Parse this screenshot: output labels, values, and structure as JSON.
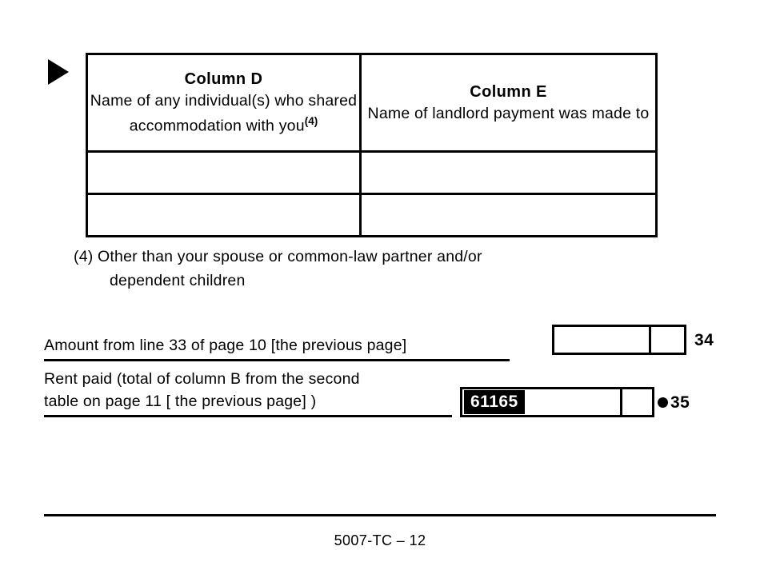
{
  "table": {
    "columns": [
      {
        "id": "column-d",
        "title": "Column D",
        "description": "Name of any individual(s)\nwho shared accommodation\nwith you",
        "footnote_ref": "(4)"
      },
      {
        "id": "column-e",
        "title": "Column E",
        "description": "Name of landlord payment\nwas made to",
        "footnote_ref": ""
      }
    ],
    "empty_rows": 2,
    "cells": [
      {
        "column_d": "",
        "column_e": ""
      },
      {
        "column_d": "",
        "column_e": ""
      }
    ]
  },
  "footnote": {
    "marker": "(4)",
    "line1": "(4) Other than your spouse or common-law partner and/or",
    "line2": "dependent children"
  },
  "lines": [
    {
      "id": "line-34",
      "label": "Amount from line 33 of page 10 [the previous page]",
      "value": "",
      "cents": "",
      "line_number": "34",
      "has_bullet": false,
      "highlighted": false
    },
    {
      "id": "line-35",
      "label": "Rent paid (total of column B from the second\ntable on page 11 [ the previous page] )",
      "value": "61165",
      "cents": "",
      "line_number": "35",
      "has_bullet": true,
      "highlighted": true
    }
  ],
  "footer": {
    "text": "5007-TC – 12"
  },
  "colors": {
    "ink": "#000000",
    "page": "#ffffff",
    "highlight_bg": "#000000",
    "highlight_fg": "#ffffff"
  },
  "icons": {
    "arrow": "triangle-right-icon",
    "bullet": "bullet-dot-icon"
  }
}
